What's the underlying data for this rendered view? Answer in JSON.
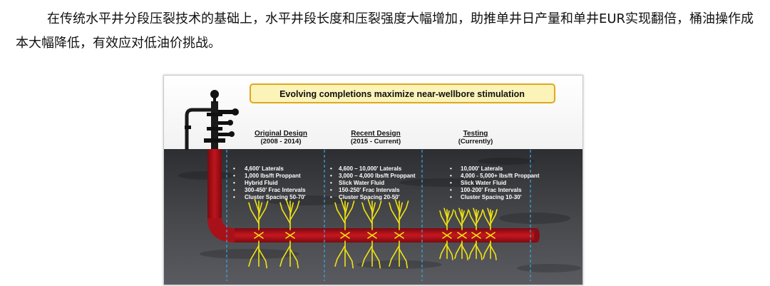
{
  "paragraph": {
    "text": "在传统水平井分段压裂技术的基础上，水平井段长度和压裂强度大幅增加，助推单井日产量和单井EUR实现翻倍，桶油操作成本大幅降低，有效应对低油价挑战。"
  },
  "figure": {
    "banner_title": "Evolving completions maximize near-wellbore stimulation",
    "columns": [
      {
        "heading": "Original Design",
        "period": "(2008 - 2014)",
        "bullets": [
          "4,600' Laterals",
          "1,000 lbs/ft Proppant",
          "Hybrid Fluid",
          "300-450' Frac Intervals",
          "Cluster Spacing 50-70'"
        ]
      },
      {
        "heading": "Recent Design",
        "period": "(2015 - Current)",
        "bullets": [
          "4,600 – 10,000' Laterals",
          "3,000 – 4,000 lbs/ft Proppant",
          "Slick Water Fluid",
          "150-250' Frac Intervals",
          "Cluster Spacing 20-50'"
        ]
      },
      {
        "heading": "Testing",
        "period": "(Currently)",
        "bullets": [
          "10,000' Laterals",
          "4,000 - 5,000+ lbs/ft Proppant",
          "Slick Water Fluid",
          "100-200' Frac Intervals",
          "Cluster Spacing 10-30'"
        ]
      }
    ],
    "colors": {
      "banner_fill": "#fbf3b8",
      "banner_border": "#e0a81e",
      "well_pipe": "#b3121b",
      "fracture": "#f2e313",
      "divider": "#3aa0d8",
      "rock": "#3a3b3e"
    },
    "icons": [
      "wellhead-icon",
      "fracture-icon"
    ]
  }
}
